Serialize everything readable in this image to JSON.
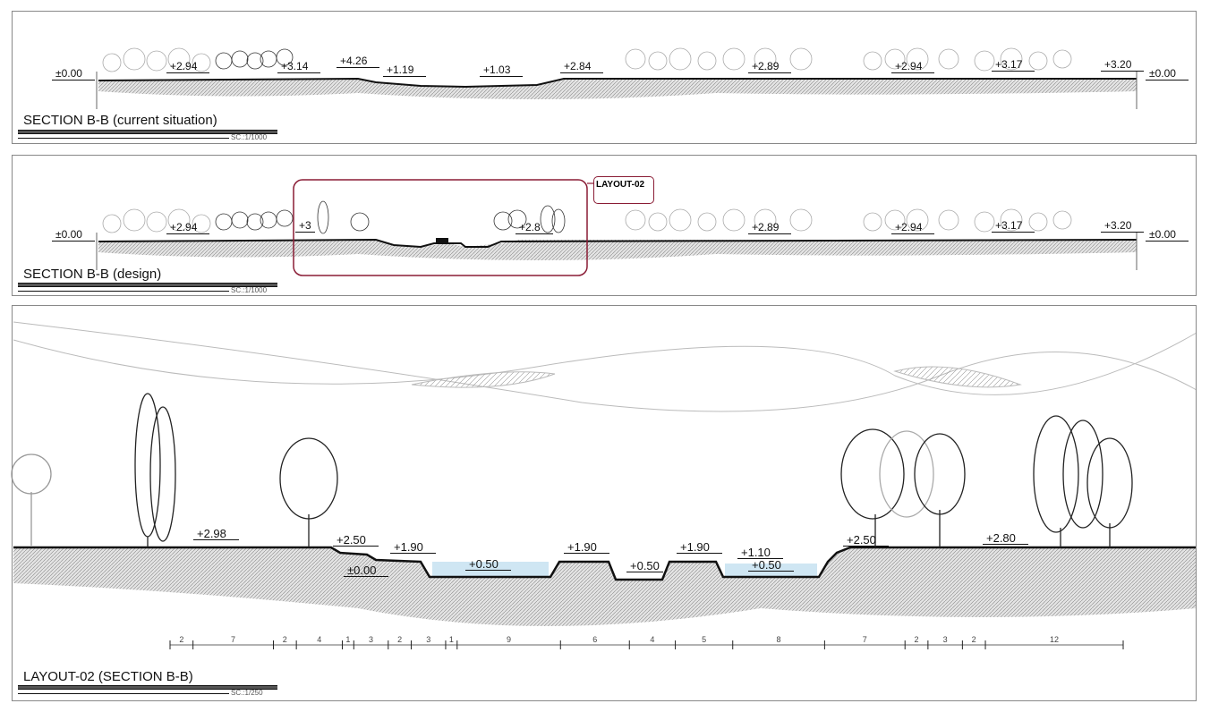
{
  "panels": {
    "current": {
      "title": "SECTION B-B (current situation)",
      "scale": "SC.:1/1000",
      "levels": [
        "±0.00",
        "+2.94",
        "+3.14",
        "+4.26",
        "+1.19",
        "+1.03",
        "+2.84",
        "+2.89",
        "+2.94",
        "+3.17",
        "+3.20",
        "±0.00"
      ]
    },
    "design": {
      "title": "SECTION B-B (design)",
      "scale": "SC.:1/1000",
      "callout": "LAYOUT-02",
      "levels": [
        "±0.00",
        "+2.94",
        "+3",
        "+2.8",
        "+2.89",
        "+2.94",
        "+3.17",
        "+3.20",
        "±0.00"
      ]
    },
    "layout": {
      "title": "LAYOUT-02 (SECTION B-B)",
      "scale": "SC.:1/250",
      "levels": [
        "+2.98",
        "+2.50",
        "+1.90",
        "±0.00",
        "+0.50",
        "+1.90",
        "+0.50",
        "+1.90",
        "+1.10",
        "+0.50",
        "+2.50",
        "+2.80"
      ],
      "dimensions": [
        2,
        7,
        2,
        4,
        1,
        3,
        2,
        3,
        1,
        9,
        6,
        4,
        5,
        8,
        7,
        2,
        3,
        2,
        12
      ]
    }
  },
  "colors": {
    "callout": "#8a1c35",
    "water": "#cfe6f3",
    "ground": "#bdbdbd"
  }
}
